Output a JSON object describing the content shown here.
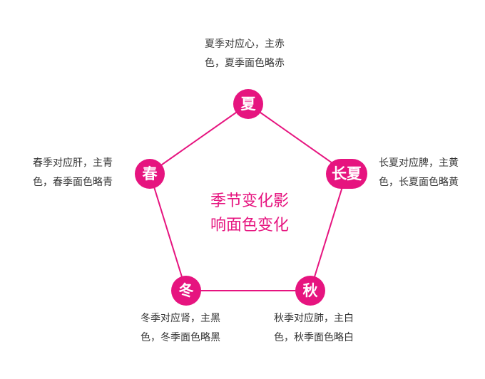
{
  "colors": {
    "accent": "#e6147f",
    "text": "#333333"
  },
  "center": {
    "line1": "季节变化影",
    "line2": "响面色变化"
  },
  "nodes": {
    "summer": {
      "label": "夏",
      "desc_line1": "夏季对应心，主赤",
      "desc_line2": "色，夏季面色略赤"
    },
    "late_summer": {
      "label": "长夏",
      "desc_line1": "长夏对应脾，主黄",
      "desc_line2": "色，长夏面色略黄"
    },
    "autumn": {
      "label": "秋",
      "desc_line1": "秋季对应肺，主白",
      "desc_line2": "色，秋季面色略白"
    },
    "winter": {
      "label": "冬",
      "desc_line1": "冬季对应肾，主黑",
      "desc_line2": "色，冬季面色略黑"
    },
    "spring": {
      "label": "春",
      "desc_line1": "春季对应肝，主青",
      "desc_line2": "色，春季面色略青"
    }
  }
}
